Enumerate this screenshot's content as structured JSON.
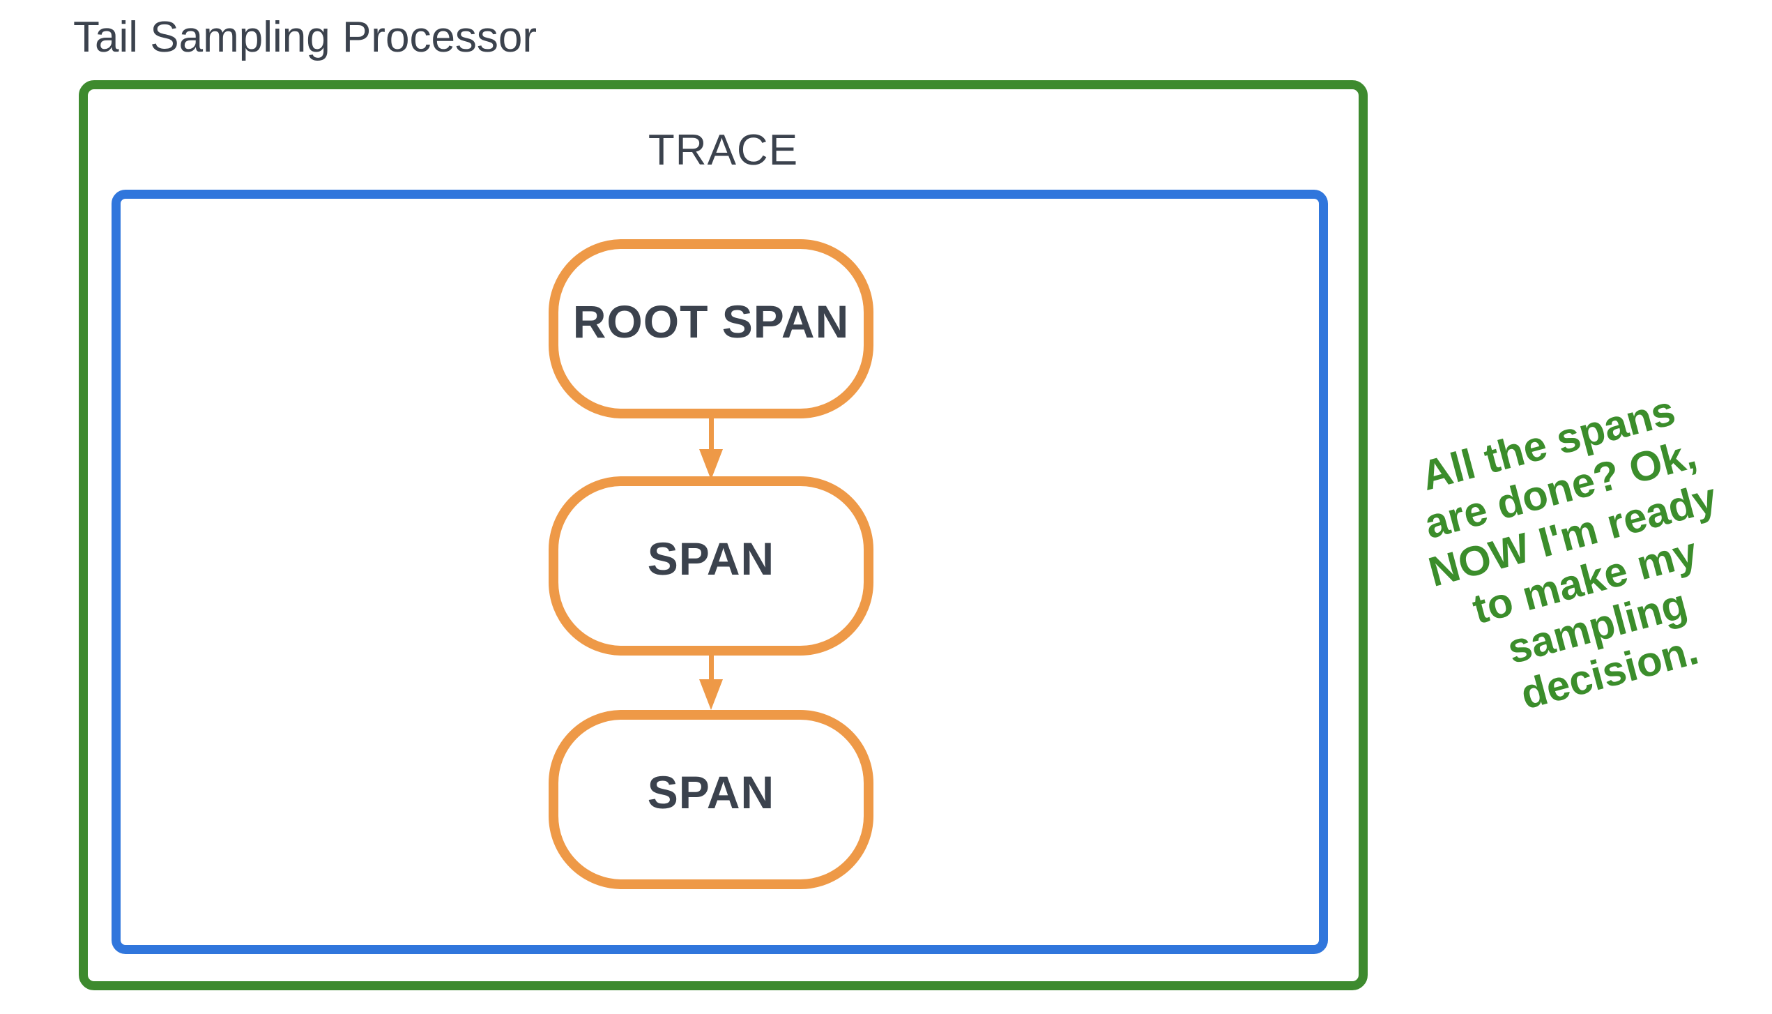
{
  "title": "Tail Sampling Processor",
  "trace": {
    "label": "TRACE"
  },
  "spans": [
    {
      "label": "ROOT SPAN"
    },
    {
      "label": "SPAN"
    },
    {
      "label": "SPAN"
    }
  ],
  "annotation": {
    "lines": [
      "All the spans",
      "are done? Ok,",
      "NOW I'm ready",
      "to make my",
      "sampling",
      "decision."
    ]
  },
  "colors": {
    "processor_green": "#3D8A2E",
    "trace_blue": "#3076DC",
    "span_orange": "#EE9947",
    "text_dark": "#3B424D",
    "annotation_green": "#3B8D2B",
    "background": "#FFFFFF"
  }
}
